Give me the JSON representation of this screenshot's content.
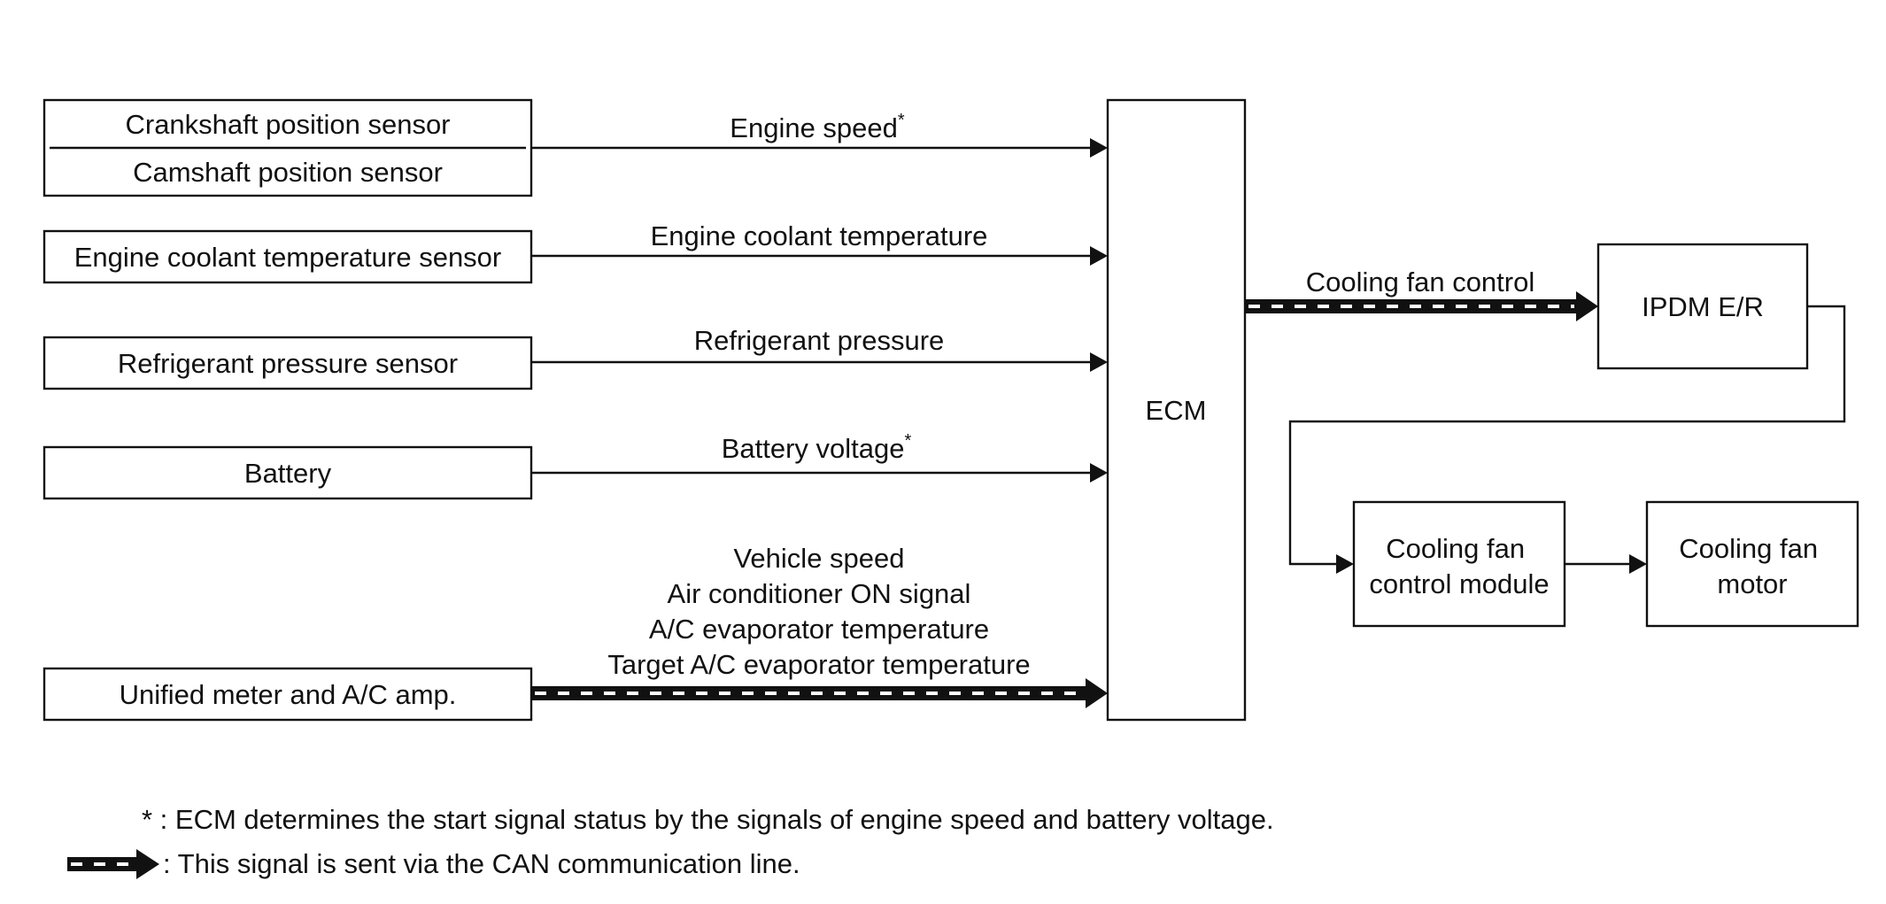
{
  "sensors": {
    "crankshaft": "Crankshaft position sensor",
    "camshaft": "Camshaft position sensor",
    "coolant": "Engine coolant temperature sensor",
    "refrigerant": "Refrigerant pressure sensor",
    "battery": "Battery",
    "meter": "Unified meter and A/C amp."
  },
  "signals": {
    "engine_speed": "Engine speed",
    "engine_speed_mark": "*",
    "coolant_temp": "Engine coolant temperature",
    "refrigerant_pressure": "Refrigerant pressure",
    "battery_voltage": "Battery voltage",
    "battery_voltage_mark": "*",
    "can_signals": [
      "Vehicle speed",
      "Air conditioner ON signal",
      "A/C evaporator temperature",
      "Target A/C evaporator temperature"
    ],
    "cooling_fan_control": "Cooling fan control"
  },
  "modules": {
    "ecm": "ECM",
    "ipdm": "IPDM E/R",
    "fan_control_module": [
      "Cooling fan",
      "control module"
    ],
    "fan_motor": [
      "Cooling fan",
      "motor"
    ]
  },
  "notes": {
    "asterisk": "* : ECM determines the start signal status by the signals of engine speed and battery voltage.",
    "can": ": This signal is sent via the CAN communication line."
  }
}
